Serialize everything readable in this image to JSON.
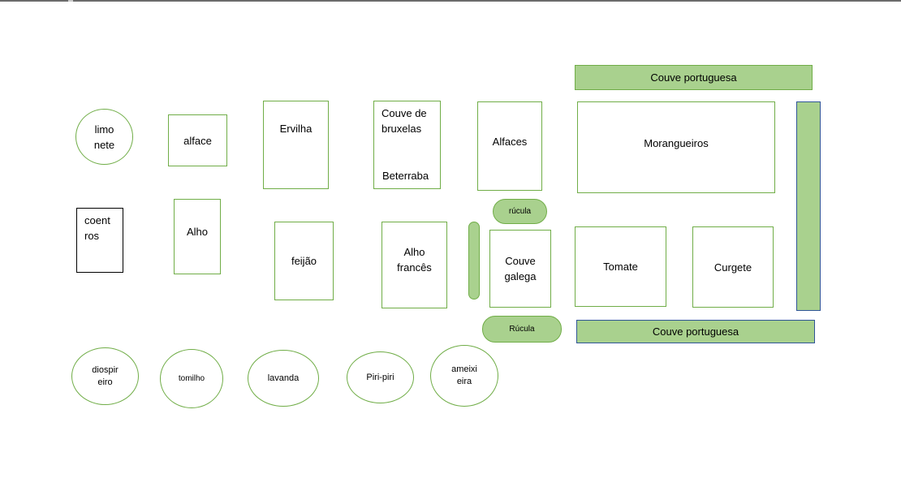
{
  "plots": {
    "couve_portuguesa_top": "Couve portuguesa",
    "limonete": "limo\nnete",
    "alface": "alface",
    "ervilha": "Ervilha",
    "couve_de_bruxelas": "Couve de\nbruxelas",
    "beterraba": "Beterraba",
    "alfaces": "Alfaces",
    "morangueiros": "Morangueiros",
    "coentros": "coent\nros",
    "alho": "Alho",
    "feijao": "feijão",
    "alho_frances": "Alho\nfrancês",
    "rucula_top": "rúcula",
    "couve_galega": "Couve\ngalega",
    "tomate": "Tomate",
    "curgete": "Curgete",
    "rucula_bottom": "Rúcula",
    "couve_portuguesa_bottom": "Couve portuguesa",
    "diospireiro": "diospir\neiro",
    "tomilho": "tomilho",
    "lavanda": "lavanda",
    "piri_piri": "Piri-piri",
    "ameixieira": "ameixi\neira"
  },
  "colors": {
    "outline": "#70ad47",
    "fill": "#a9d18e",
    "accent_border": "#2f5597"
  }
}
